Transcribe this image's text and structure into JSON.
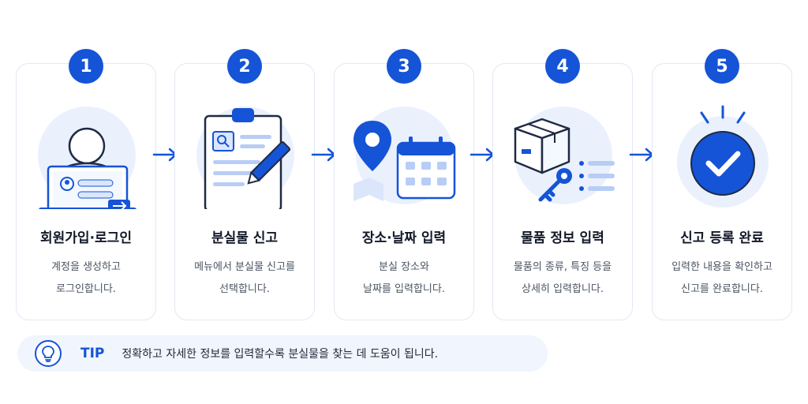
{
  "steps": [
    {
      "number": "1",
      "title": "회원가입·로그인",
      "desc_line1": "계정을 생성하고",
      "desc_line2": "로그인합니다."
    },
    {
      "number": "2",
      "title": "분실물 신고",
      "desc_line1": "메뉴에서 분실물 신고를",
      "desc_line2": "선택합니다."
    },
    {
      "number": "3",
      "title": "장소·날짜 입력",
      "desc_line1": "분실 장소와",
      "desc_line2": "날짜를 입력합니다."
    },
    {
      "number": "4",
      "title": "물품 정보 입력",
      "desc_line1": "물품의 종류, 특징 등을",
      "desc_line2": "상세히 입력합니다."
    },
    {
      "number": "5",
      "title": "신고 등록 완료",
      "desc_line1": "입력한 내용을 확인하고",
      "desc_line2": "신고를 완료합니다."
    }
  ],
  "icons": [
    "user-laptop-login-icon",
    "clipboard-pencil-icon",
    "location-calendar-icon",
    "box-key-list-icon",
    "check-circle-icon"
  ],
  "tip": {
    "label": "TIP",
    "text": "정확하고 자세한 정보를 입력할수록 분실물을 찾는 데 도움이 됩니다.",
    "icon": "lightbulb-icon"
  },
  "colors": {
    "accent": "#1554d6",
    "light_accent": "#eaf1fd",
    "card_border": "#e3e8f2",
    "tip_background": "#f1f5fd"
  }
}
